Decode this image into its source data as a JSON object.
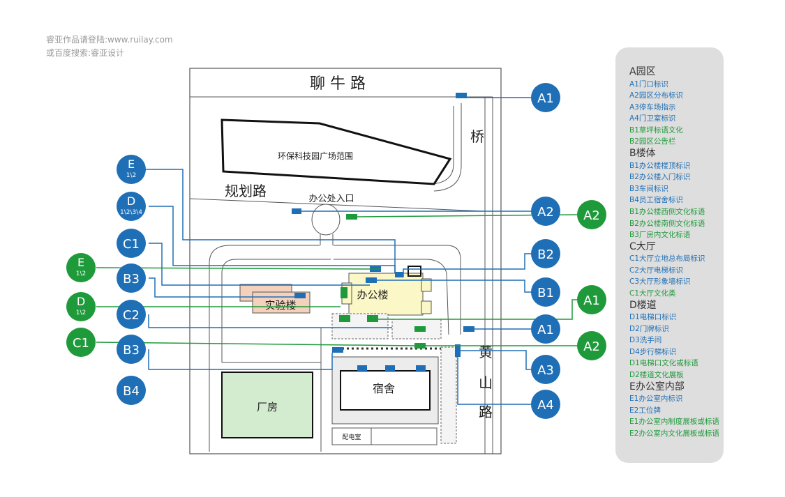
{
  "watermark": {
    "line1": "睿亚作品请登陆:www.ruilay.com",
    "line2": "或百度搜索:睿亚设计"
  },
  "colors": {
    "blue": "#1f6fb6",
    "green": "#1e9a3a",
    "building_yellow": "#fbf7c6",
    "lab_pink": "#f3d1bc",
    "factory_green": "#d3ebcf",
    "legend_bg": "#dedede"
  },
  "map": {
    "road_north": "聊 牛 路",
    "bridge": "桥",
    "plaza": "环保科技园广场范围",
    "road_planning": "规划路",
    "office_entrance": "办公处入口",
    "office_building": "办公楼",
    "lab_building": "实验楼",
    "dormitory": "宿舍",
    "factory": "厂房",
    "road_huangshan": [
      "黄",
      "山",
      "路"
    ],
    "power_room": "配电室"
  },
  "markers": {
    "left": [
      {
        "label": "E",
        "sub": "1\\2",
        "color": "blue"
      },
      {
        "label": "D",
        "sub": "1\\2\\3\\4",
        "color": "blue"
      },
      {
        "label": "C1",
        "sub": "",
        "color": "blue"
      },
      {
        "label": "E",
        "sub": "1\\2",
        "color": "green"
      },
      {
        "label": "B3",
        "sub": "",
        "color": "blue"
      },
      {
        "label": "D",
        "sub": "1\\2",
        "color": "green"
      },
      {
        "label": "C2",
        "sub": "",
        "color": "blue"
      },
      {
        "label": "C1",
        "sub": "",
        "color": "green"
      },
      {
        "label": "B3",
        "sub": "",
        "color": "blue"
      },
      {
        "label": "B4",
        "sub": "",
        "color": "blue"
      }
    ],
    "right": [
      {
        "label": "A1",
        "color": "blue"
      },
      {
        "label": "A2",
        "color": "blue"
      },
      {
        "label": "A2",
        "color": "green"
      },
      {
        "label": "B2",
        "color": "blue"
      },
      {
        "label": "B1",
        "color": "blue"
      },
      {
        "label": "A1",
        "color": "green"
      },
      {
        "label": "A1",
        "color": "blue"
      },
      {
        "label": "A2",
        "color": "green"
      },
      {
        "label": "A3",
        "color": "blue"
      },
      {
        "label": "A4",
        "color": "blue"
      }
    ]
  },
  "legend": [
    {
      "text": "A园区",
      "type": "h"
    },
    {
      "text": "A1门口标识",
      "type": "b"
    },
    {
      "text": "A2园区分布标识",
      "type": "b"
    },
    {
      "text": "A3停车场指示",
      "type": "b"
    },
    {
      "text": "A4门卫室标识",
      "type": "b"
    },
    {
      "text": "B1草坪标语文化",
      "type": "g"
    },
    {
      "text": "B2园区公告栏",
      "type": "g"
    },
    {
      "text": "B楼体",
      "type": "h"
    },
    {
      "text": "B1办公楼楼顶标识",
      "type": "b"
    },
    {
      "text": "B2办公楼入门标识",
      "type": "b"
    },
    {
      "text": "B3车间标识",
      "type": "b"
    },
    {
      "text": "B4员工宿舍标识",
      "type": "b"
    },
    {
      "text": "B1办公楼西侧文化标语",
      "type": "g"
    },
    {
      "text": "B2办公楼南侧文化标语",
      "type": "g"
    },
    {
      "text": "B3厂房内文化标语",
      "type": "g"
    },
    {
      "text": "C大厅",
      "type": "h"
    },
    {
      "text": "C1大厅立地总布局标识",
      "type": "b"
    },
    {
      "text": "C2大厅电梯标识",
      "type": "b"
    },
    {
      "text": "C3大厅形象墙标识",
      "type": "b"
    },
    {
      "text": "C1大厅文化类",
      "type": "g"
    },
    {
      "text": "D楼道",
      "type": "h"
    },
    {
      "text": "D1电梯口标识",
      "type": "b"
    },
    {
      "text": "D2门牌标识",
      "type": "b"
    },
    {
      "text": "D3洗手间",
      "type": "b"
    },
    {
      "text": "D4步行梯标识",
      "type": "b"
    },
    {
      "text": "D1电梯口文化或标语",
      "type": "g"
    },
    {
      "text": "D2楼道文化展板",
      "type": "g"
    },
    {
      "text": "E办公室内部",
      "type": "h"
    },
    {
      "text": "E1办公室内标识",
      "type": "b"
    },
    {
      "text": "E2工位牌",
      "type": "b"
    },
    {
      "text": "E1办公室内制度展板或标语",
      "type": "g"
    },
    {
      "text": "E2办公室内文化展板或标语",
      "type": "g"
    }
  ]
}
